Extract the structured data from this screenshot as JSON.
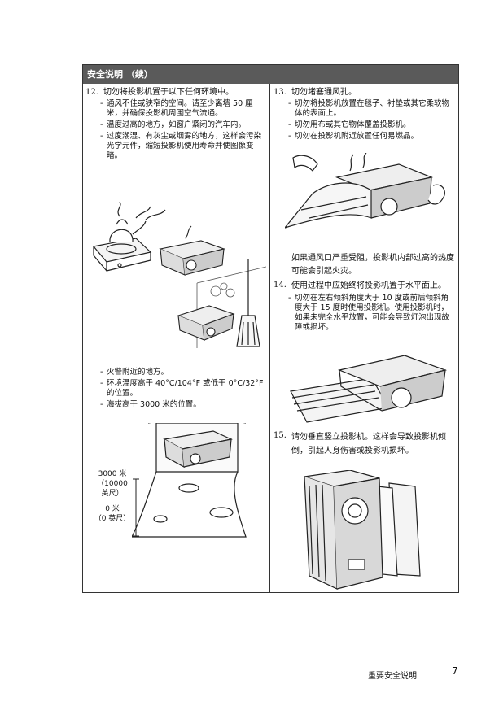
{
  "header": {
    "title": "安全说明 （续）"
  },
  "left": {
    "item12": {
      "number": "12.",
      "title": "切勿将投影机置于以下任何环境中。",
      "bullets_a": [
        "通风不佳或狭窄的空间。请至少离墙 50 厘米，并确保投影机周围空气流通。",
        "温度过高的地方，如窗户紧闭的汽车内。",
        "过度潮湿、有灰尘或烟雾的地方，这样会污染光学元件，缩短投影机使用寿命并使图像变暗。"
      ],
      "bullets_b": [
        "火警附近的地方。",
        "环境温度高于 40°C/104°F 或低于 0°C/32°F 的位置。",
        "海拔高于 3000 米的位置。"
      ],
      "altitude_top": [
        "3000 米",
        "（10000",
        "英尺）"
      ],
      "altitude_bottom": [
        "0 米",
        "（0 英尺）"
      ]
    }
  },
  "right": {
    "item13": {
      "number": "13.",
      "title": "切勿堵塞通风孔。",
      "bullets": [
        "切勿将投影机放置在毯子、衬垫或其它柔软物体的表面上。",
        "切勿用布或其它物体覆盖投影机。",
        "切勿在投影机附近放置任何易燃品。"
      ],
      "note": "如果通风口严重受阻，投影机内部过高的热度可能会引起火灾。"
    },
    "item14": {
      "number": "14.",
      "title": "使用过程中应始终将投影机置于水平面上。",
      "bullets": [
        "切勿在左右倾斜角度大于 10 度或前后倾斜角度大于 15 度时使用投影机。使用投影机时，如果未完全水平放置，可能会导致灯泡出现故障或损坏。"
      ]
    },
    "item15": {
      "number": "15.",
      "title": "请勿垂直竖立投影机。这样会导致投影机倾倒，引起人身伤害或投影机损坏。"
    }
  },
  "footer": {
    "label": "重要安全说明",
    "page": "7"
  }
}
